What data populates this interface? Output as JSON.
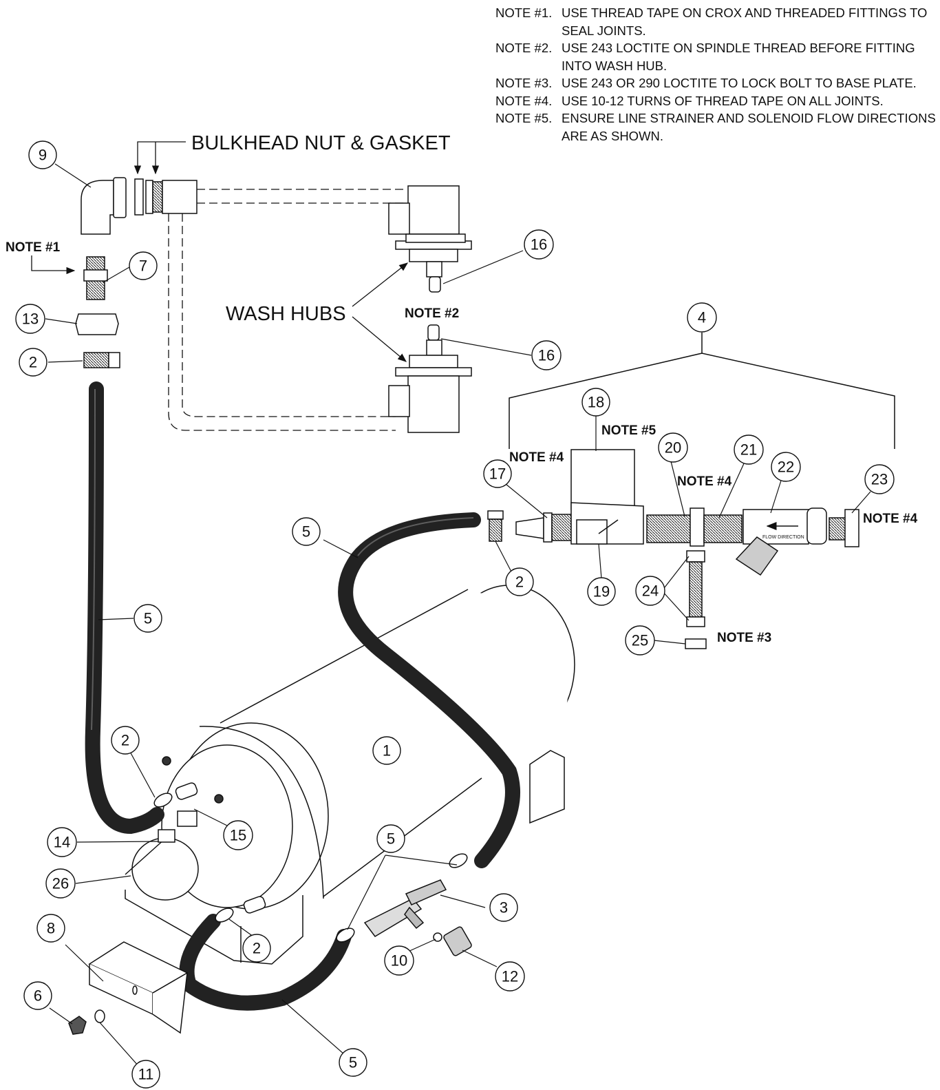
{
  "notes": [
    {
      "id": "NOTE #1.",
      "text": "USE THREAD TAPE ON CROX AND THREADED FITTINGS TO SEAL JOINTS."
    },
    {
      "id": "NOTE #2.",
      "text": "USE 243 LOCTITE ON SPINDLE THREAD BEFORE FITTING INTO WASH HUB."
    },
    {
      "id": "NOTE #3.",
      "text": "USE 243 OR 290 LOCTITE TO LOCK BOLT TO BASE PLATE."
    },
    {
      "id": "NOTE #4.",
      "text": "USE 10-12 TURNS OF THREAD TAPE ON ALL JOINTS."
    },
    {
      "id": "NOTE #5.",
      "text": "ENSURE LINE STRAINER AND SOLENOID FLOW DIRECTIONS ARE AS SHOWN."
    }
  ],
  "labels": {
    "bulkhead": "BULKHEAD NUT & GASKET",
    "wash_hubs": "WASH HUBS",
    "note1": "NOTE #1",
    "note2": "NOTE #2",
    "note3": "NOTE #3",
    "note4": "NOTE #4",
    "note5": "NOTE #5",
    "flow_direction": "FLOW DIRECTION"
  },
  "callouts": [
    "9",
    "7",
    "13",
    "2",
    "16",
    "16",
    "4",
    "18",
    "17",
    "20",
    "21",
    "22",
    "23",
    "5",
    "2",
    "19",
    "24",
    "25",
    "5",
    "1",
    "2",
    "15",
    "14",
    "26",
    "5",
    "3",
    "8",
    "10",
    "12",
    "2",
    "6",
    "11",
    "5"
  ]
}
